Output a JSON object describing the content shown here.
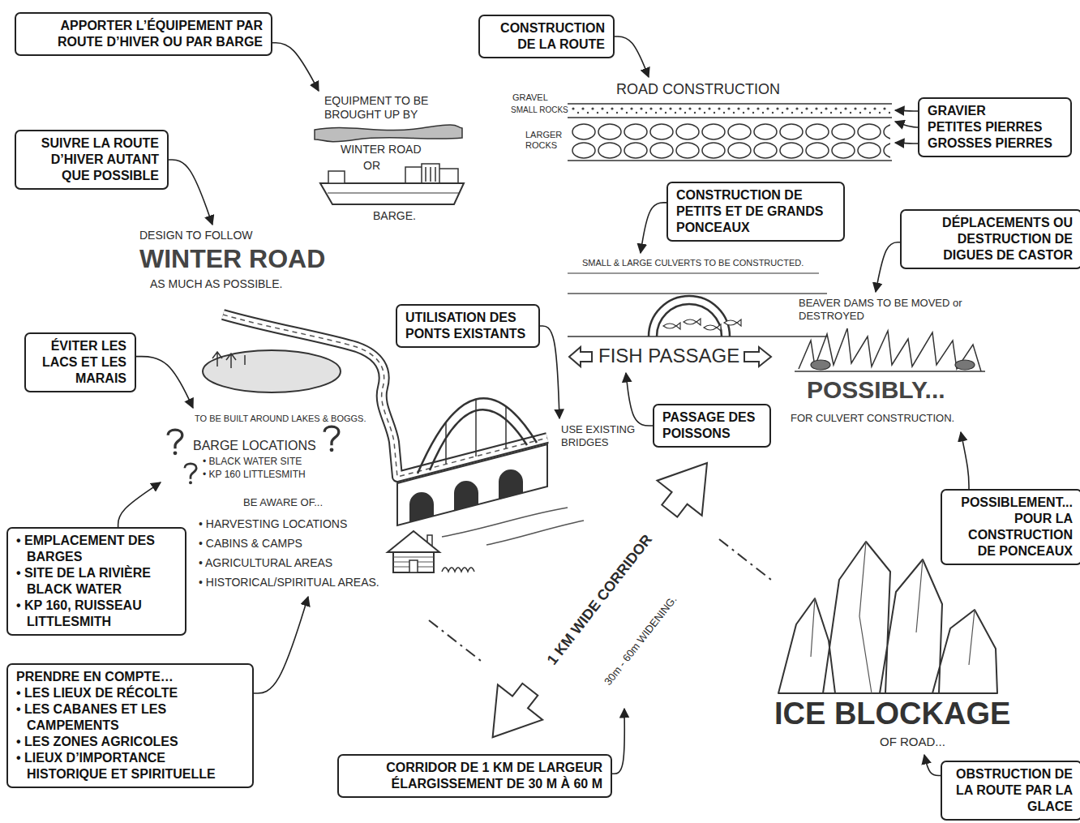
{
  "diagram": {
    "nodes": [
      {
        "text": [
          "APPORTER L’ÉQUIPEMENT PAR ROUTE D’HIVER OU PAR BARGE"
        ]
      },
      {
        "text": [
          "CONSTRUCTION DE LA ROUTE"
        ]
      },
      {
        "text": [
          "GRAVIER",
          "PETITES PIERRES",
          "GROSSES PIERRES"
        ]
      },
      {
        "text": [
          "SUIVRE LA ROUTE D’HIVER AUTANT QUE POSSIBLE"
        ]
      },
      {
        "text": [
          "CONSTRUCTION DE PETITS ET DE GRANDS PONCEAUX"
        ]
      },
      {
        "text": [
          "DÉPLACEMENTS OU DESTRUCTION DE DIGUES DE CASTOR"
        ]
      },
      {
        "text": [
          "UTILISATION DES PONTS EXISTANTS"
        ]
      },
      {
        "text": [
          "ÉVITER LES LACS ET LES MARAIS"
        ]
      },
      {
        "text": [
          "PASSAGE DES POISSONS"
        ]
      },
      {
        "text": [
          "POSSIBLEMENT... POUR LA CONSTRUCTION DE PONCEAUX"
        ]
      },
      {
        "text": [
          "• EMPLACEMENT DES BARGES",
          "• SITE DE LA RIVIÈRE BLACK WATER",
          "• KP 160, RUISSEAU LITTLESMITH"
        ]
      },
      {
        "text": [
          "PRENDRE EN COMPTE…",
          "• LES LIEUX DE RÉCOLTE",
          "• LES CABANES ET LES CAMPEMENTS",
          "• LES ZONES AGRICOLES",
          "• LIEUX D’IMPORTANCE HISTORIQUE ET SPIRITUELLE"
        ]
      },
      {
        "text": [
          "CORRIDOR DE 1 KM DE LARGEUR",
          "ÉLARGISSEMENT DE 30 M À 60 M"
        ]
      },
      {
        "text": [
          "OBSTRUCTION DE LA ROUTE PAR LA GLACE"
        ]
      }
    ],
    "labels": [
      "EQUIPMENT TO BE BROUGHT UP BY",
      "WINTER ROAD",
      "OR",
      "BARGE.",
      "ROAD CONSTRUCTION",
      "GRAVEL",
      "SMALL ROCKS",
      "LARGER ROCKS",
      "DESIGN TO FOLLOW",
      "WINTER ROAD",
      "AS MUCH AS POSSIBLE.",
      "SMALL & LARGE CULVERTS TO BE CONSTRUCTED.",
      "BEAVER DAMS TO BE MOVED or DESTROYED",
      "FISH PASSAGE",
      "POSSIBLY...",
      "FOR CULVERT CONSTRUCTION.",
      "USE EXISTING BRIDGES",
      "TO BE BUILT AROUND LAKES & BOGGS.",
      "BARGE LOCATIONS",
      "• BLACK WATER SITE",
      "• KP 160 LITTLESMITH",
      "BE AWARE OF...",
      "• HARVESTING LOCATIONS",
      "• CABINS & CAMPS",
      "• AGRICULTURAL AREAS",
      "• HISTORICAL/SPIRITUAL AREAS.",
      "1 KM WIDE CORRIDOR",
      "30m - 60m WIDENING.",
      "ICE BLOCKAGE",
      "OF ROAD..."
    ]
  }
}
